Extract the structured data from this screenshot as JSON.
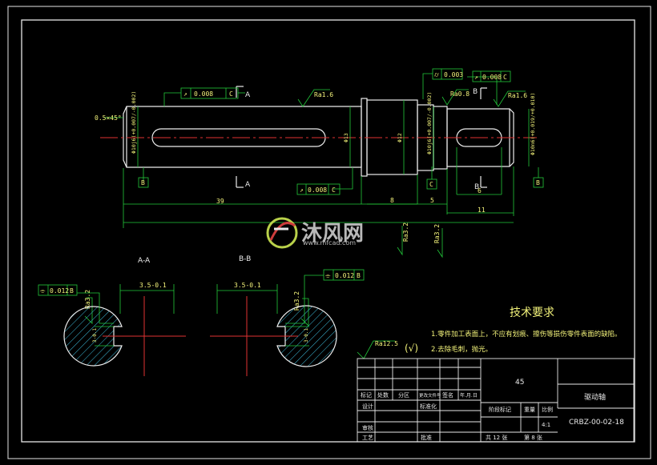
{
  "watermark": {
    "brand": "沐风网",
    "url": "www.mfcad.com"
  },
  "dimensions": {
    "chamfer": "0.5×45°",
    "length_total": "39",
    "length_mid": "8",
    "length_small": "5",
    "length_keyway": "6",
    "length_right": "11",
    "dia_left": "Φ10j6(+0.007/-0.002)",
    "dia_shoulder": "Φ13",
    "dia_collar": "Φ12",
    "dia_bearing": "Φ10j6(+0.007/-0.002)",
    "dia_right": "Φ10n6(+0.019/+0.010)",
    "keyway_width": "3.5-0.1",
    "keyway_depth": "3-0.1"
  },
  "tolerances": {
    "runout_top_left": [
      "↗",
      "0.008",
      "C"
    ],
    "runout_bottom": [
      "↗",
      "0.008",
      "C"
    ],
    "cylindricity": [
      "⌭",
      "0.003"
    ],
    "runout_top_right": [
      "↗",
      "0.008",
      "C"
    ],
    "sym_a": [
      "⌯",
      "0.012",
      "B"
    ],
    "sym_b": [
      "⌯",
      "0.012",
      "B"
    ]
  },
  "datums": [
    "B",
    "C",
    "B"
  ],
  "roughness": [
    "Ra1.6",
    "Ra0.8",
    "Ra1.6",
    "Ra3.2",
    "Ra3.2",
    "Ra3.2",
    "Ra3.2",
    "Ra12.5"
  ],
  "sections": {
    "a": "A-A",
    "b": "B-B",
    "cut_a": "A",
    "cut_b": "B"
  },
  "notes": {
    "title": "技术要求",
    "line1": "1.零件加工表面上，不应有划痕、擦伤等损伤零件表面的缺陷。",
    "line2": "2.去除毛刺，抛光。",
    "check_symbol": "(√)"
  },
  "title_block": {
    "material": "45",
    "part_name": "驱动轴",
    "drawing_no": "CRBZ-00-02-18",
    "scale": "4:1",
    "labels": {
      "mark": "标记",
      "count": "处数",
      "zone": "分区",
      "doc_no": "更改文件号",
      "sign": "签名",
      "date": "年.月.日",
      "design": "设计",
      "standard": "标准化",
      "stage": "阶段标记",
      "weight": "重量",
      "scale": "比例",
      "review": "审核",
      "process": "工艺",
      "approve": "批准",
      "total": "共 12 张",
      "sheet": "第 8 张"
    }
  }
}
